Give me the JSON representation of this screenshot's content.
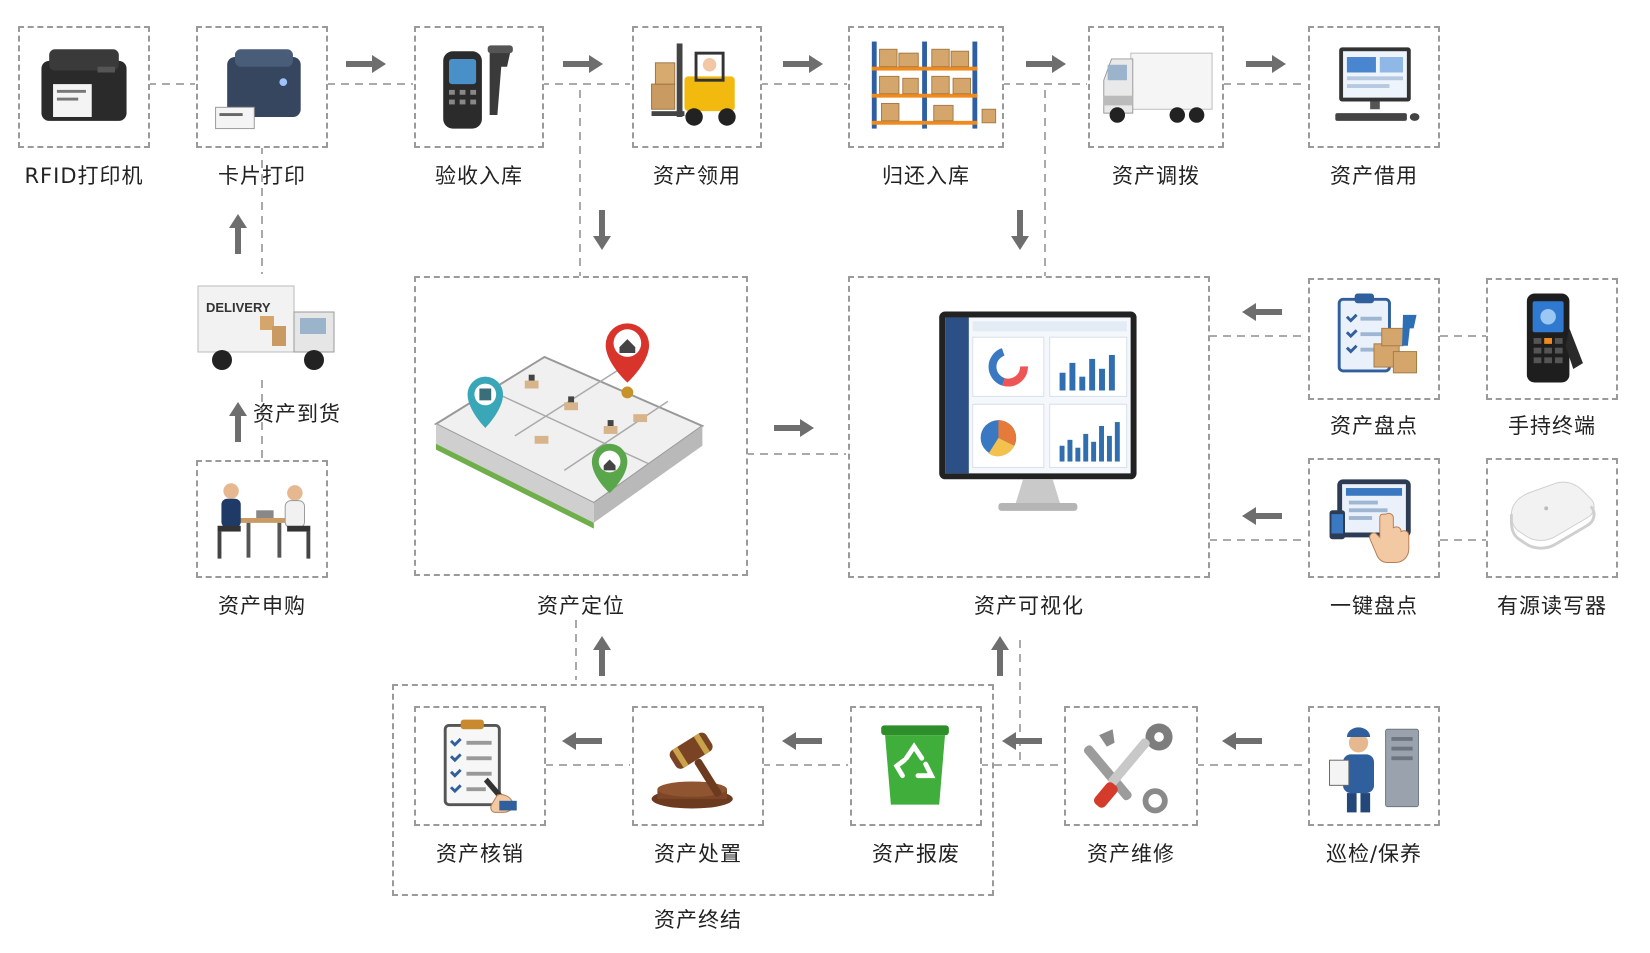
{
  "nodes": {
    "rfid_printer": "RFID打印机",
    "card_print": "卡片打印",
    "receiving": "验收入库",
    "requisition": "资产领用",
    "return": "归还入库",
    "transfer": "资产调拨",
    "borrow": "资产借用",
    "arrival": "资产到货",
    "purchase_request": "资产申购",
    "location": "资产定位",
    "visualization": "资产可视化",
    "inventory": "资产盘点",
    "handheld": "手持终端",
    "one_click": "一键盘点",
    "active_reader": "有源读写器",
    "write_off": "资产核销",
    "disposal": "资产处置",
    "scrap": "资产报废",
    "maintenance": "资产维修",
    "inspection": "巡检/保养",
    "termination": "资产终结"
  },
  "truck_text": "DELIVERY",
  "colors": {
    "dashed_border": "#9a9a9a",
    "arrow": "#6e6e6e",
    "accent_blue": "#2f6fb0",
    "pin_red": "#d9342b",
    "pin_teal": "#3aa7b8",
    "pin_green": "#5aa64a",
    "bin_green": "#3fae3a"
  },
  "icons": {
    "rfid_printer": "printer-icon",
    "card_print": "card-printer-icon",
    "receiving": "scanner-icon",
    "requisition": "forklift-icon",
    "return": "warehouse-shelf-icon",
    "transfer": "truck-icon",
    "borrow": "computer-icon",
    "arrival": "delivery-truck-icon",
    "purchase_request": "meeting-icon",
    "location": "floorplan-map-icon",
    "visualization": "dashboard-monitor-icon",
    "inventory": "clipboard-scanner-icon",
    "handheld": "handheld-terminal-icon",
    "one_click": "tablet-touch-icon",
    "active_reader": "reader-device-icon",
    "write_off": "checklist-icon",
    "disposal": "gavel-icon",
    "scrap": "recycle-bin-icon",
    "maintenance": "wrench-tools-icon",
    "inspection": "technician-icon"
  }
}
